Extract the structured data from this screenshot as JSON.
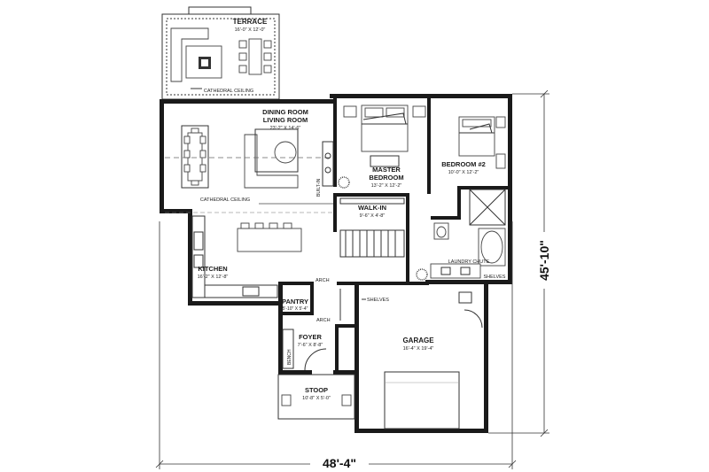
{
  "rooms": {
    "terrace": {
      "name": "TERRACE",
      "size": "16'-0\" X 12'-0\""
    },
    "terrace_note": "CATHEDRAL CEILING",
    "dining": {
      "name1": "DINING ROOM",
      "name2": "LIVING ROOM",
      "size": "23'-2\" X 14'-6\""
    },
    "dining_note": "CATHEDRAL CEILING",
    "builtin": "BUILT-IN",
    "master": {
      "name1": "MASTER",
      "name2": "BEDROOM",
      "size": "13'-2\" X 12'-2\""
    },
    "bedroom2": {
      "name": "BEDROOM #2",
      "size": "10'-0\" X 12'-2\""
    },
    "walkin": {
      "name": "WALK-IN",
      "size": "9'-6\" X 4'-8\""
    },
    "kitchen": {
      "name": "KITCHEN",
      "size": "16'-2\" X 12'-8\""
    },
    "laundry": "LAUNDRY CHUTE",
    "shelves_bath": "SHELVES",
    "pantry": {
      "name": "PANTRY",
      "size": "5'-10\" X 5'-4\""
    },
    "arch_top": "ARCH",
    "arch_bottom": "ARCH",
    "shelves_garage": "SHELVES",
    "foyer": {
      "name": "FOYER",
      "size": "7'-6\" X 8'-8\""
    },
    "bench": "BENCH",
    "garage": {
      "name": "GARAGE",
      "size": "16'-4\" X 19'-4\""
    },
    "stoop": {
      "name": "STOOP",
      "size": "10'-8\" X 5'-0\""
    }
  },
  "dimensions": {
    "width": "48'-4\"",
    "depth": "45'-10\""
  }
}
